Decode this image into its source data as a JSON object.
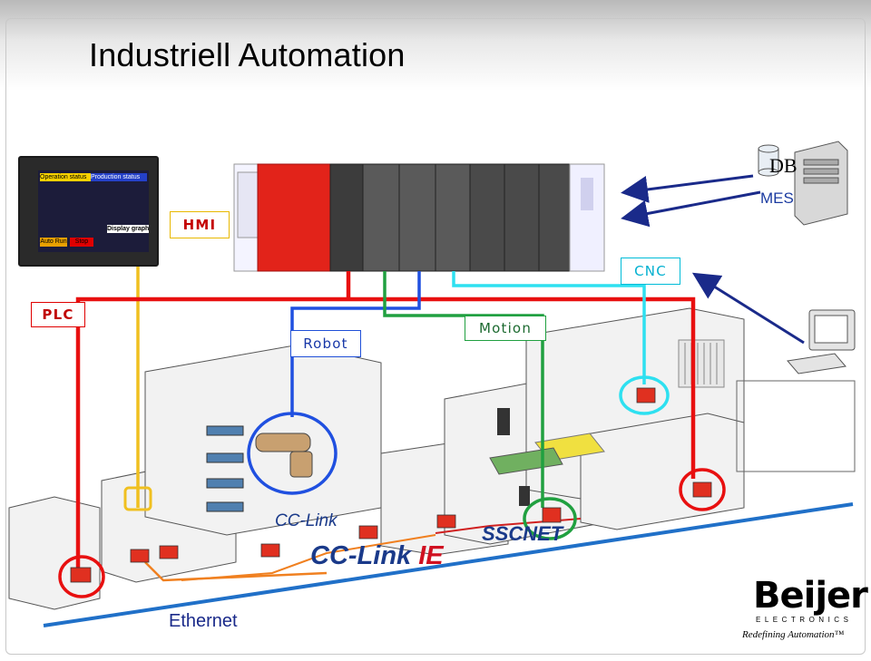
{
  "slide": {
    "title": "Industriell Automation"
  },
  "labels": {
    "hmi": "HMI",
    "plc": "PLC",
    "cnc": "CNC",
    "robot": "Robot",
    "motion": "Motion",
    "ethernet": "Ethernet",
    "mes": "MES",
    "db": "DB"
  },
  "networks": {
    "cc_link": "CC-Link",
    "cc_link_ie_main": "CC-Link",
    "cc_link_ie_suffix": "IE",
    "sscnet": "SSCNET"
  },
  "hmi_display": {
    "operation_status": "Operation status",
    "production_status": "Production status",
    "display_graph": "Display graph",
    "auto_run": "Auto Run",
    "stop": "Stop"
  },
  "brand": {
    "name": "Beijer",
    "sub": "ELECTRONICS",
    "tagline": "Redefining Automation™"
  },
  "colors": {
    "plc_line": "#e81010",
    "hmi_line": "#f0c020",
    "cnc_line": "#2ee0f0",
    "robot_line": "#2050e0",
    "motion_line": "#20a040",
    "ethernet_line": "#2070c8",
    "mes_arrow": "#1a2a8a"
  }
}
